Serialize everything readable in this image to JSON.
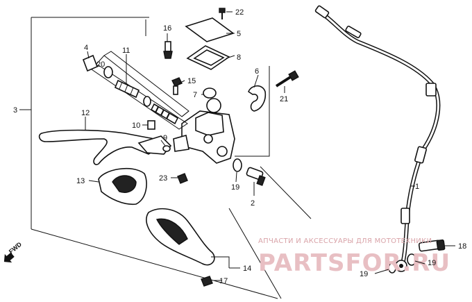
{
  "callouts": [
    "1",
    "2",
    "3",
    "4",
    "5",
    "6",
    "7",
    "8",
    "9",
    "10",
    "11",
    "12",
    "13",
    "14",
    "15",
    "16",
    "17",
    "18",
    "19",
    "19",
    "19",
    "20",
    "21",
    "22",
    "23"
  ],
  "fwd_label": "FWD",
  "watermark": {
    "line": "АПЧАСТИ И АКСЕССУАРЫ ДЛЯ МОТОТЕХНИКИ",
    "logo": "PARTSFOR.RU"
  }
}
